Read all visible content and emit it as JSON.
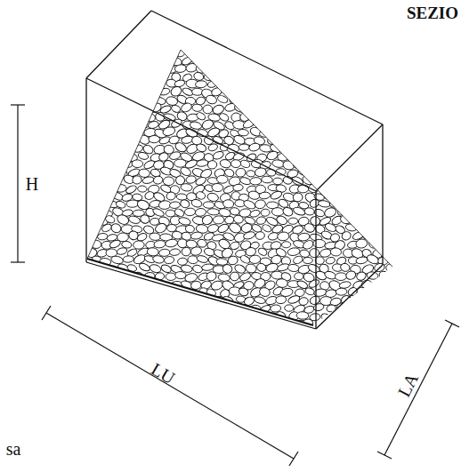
{
  "diagram": {
    "labels": [
      "SEZIO",
      "H",
      "LU",
      "LA",
      "sa"
    ]
  }
}
